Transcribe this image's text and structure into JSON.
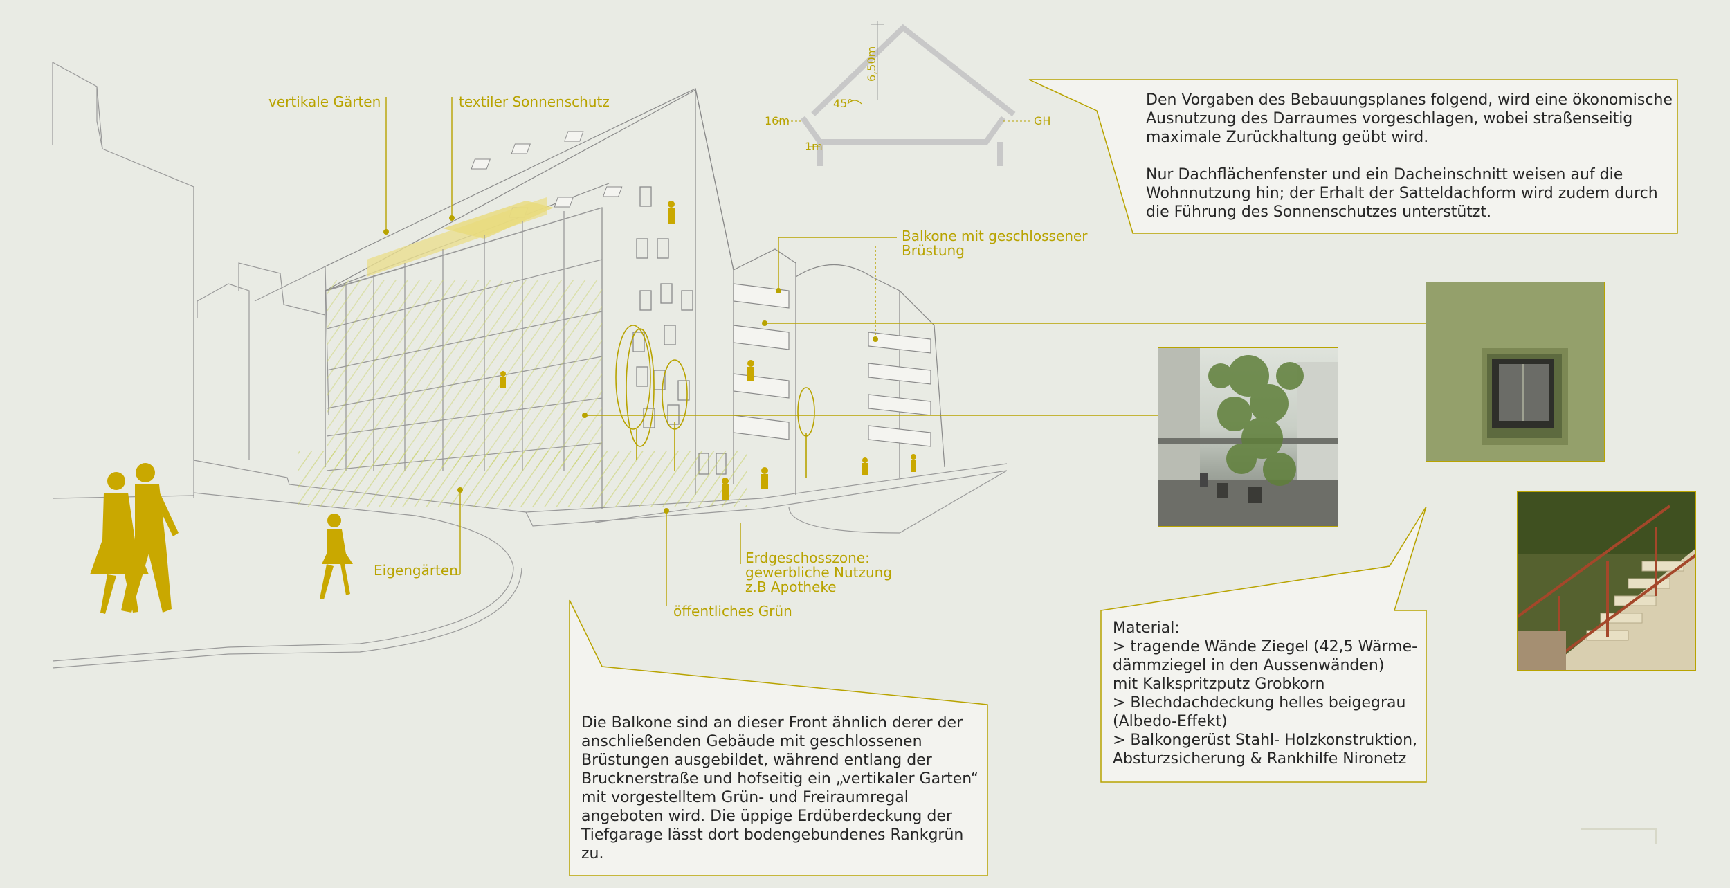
{
  "labels": {
    "vertical_gardens": "vertikale Gärten",
    "textile_sunshade": "textiler Sonnenschutz",
    "balconies": [
      "Balkone mit geschlossener",
      "Brüstung"
    ],
    "own_gardens": "Eigengärten",
    "public_green": "öffentliches Grün",
    "ground_floor": [
      "Erdgeschosszone:",
      "gewerbliche Nutzung",
      "z.B Apotheke"
    ]
  },
  "section": {
    "height": "6,50m",
    "angle": "45°",
    "left_level": "16m",
    "right_level": "GH",
    "offset": "1m"
  },
  "text_top": {
    "p1": [
      "Den Vorgaben des Bebauungsplanes folgend, wird eine ökonomische",
      "Ausnutzung des Darraumes vorgeschlagen, wobei straßenseitig",
      "maximale Zurückhaltung geübt wird."
    ],
    "p2": [
      "Nur Dachflächenfenster und ein Dacheinschnitt weisen auf die",
      "Wohnnutzung hin; der Erhalt der Satteldachform wird zudem durch",
      "die Führung des Sonnenschutzes unterstützt."
    ]
  },
  "text_material": [
    "Material:",
    "> tragende Wände Ziegel  (42,5 Wärme-",
    "dämmziegel in den Aussenwänden)",
    "mit Kalkspritzputz Grobkorn",
    "> Blechdachdeckung helles beigegrau",
    "(Albedo-Effekt)",
    "> Balkongerüst Stahl- Holzkonstruktion,",
    "Absturzsicherung & Rankhilfe Nironetz"
  ],
  "text_balcony": [
    "Die Balkone sind an dieser Front ähnlich derer der",
    "anschließenden Gebäude mit geschlossenen",
    "Brüstungen ausgebildet, während entlang der",
    "Brucknerstraße und hofseitig ein „vertikaler Garten“",
    "mit vorgestelltem Grün- und Freiraumregal",
    "angeboten wird. Die üppige Erdüberdeckung der",
    "Tiefgarage lässt dort bodengebundenes Rankgrün",
    "zu."
  ],
  "colors": {
    "background": "#e9ebe4",
    "accent": "#b8a300",
    "box": "#f3f3ef"
  }
}
